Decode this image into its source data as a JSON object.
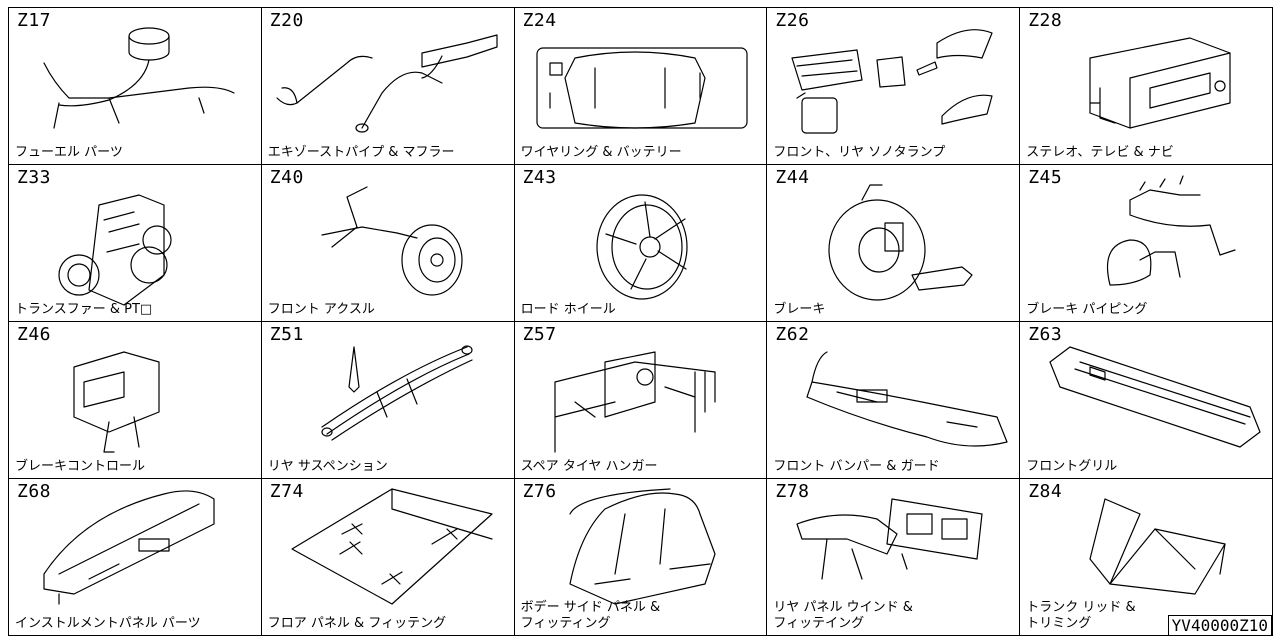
{
  "cells": [
    {
      "code": "Z17",
      "label": "フューエル パーツ",
      "art": "fuel"
    },
    {
      "code": "Z20",
      "label": "エキゾーストパイプ & マフラー",
      "art": "exhaust"
    },
    {
      "code": "Z24",
      "label": "ワイヤリング & バッテリー",
      "art": "wiring"
    },
    {
      "code": "Z26",
      "label": "フロント、リヤ ソノタランプ",
      "art": "lamps"
    },
    {
      "code": "Z28",
      "label": "ステレオ、テレビ & ナビ",
      "art": "stereo"
    },
    {
      "code": "Z33",
      "label": "トランスファー & PT□",
      "art": "transfer"
    },
    {
      "code": "Z40",
      "label": "フロント アクスル",
      "art": "axle"
    },
    {
      "code": "Z43",
      "label": "ロード ホイール",
      "art": "wheel"
    },
    {
      "code": "Z44",
      "label": "ブレーキ",
      "art": "brake"
    },
    {
      "code": "Z45",
      "label": "ブレーキ パイピング",
      "art": "brakepipe"
    },
    {
      "code": "Z46",
      "label": "ブレーキコントロール",
      "art": "brakectl"
    },
    {
      "code": "Z51",
      "label": "リヤ サスペンション",
      "art": "suspension"
    },
    {
      "code": "Z57",
      "label": "スペア タイヤ ハンガー",
      "art": "spare"
    },
    {
      "code": "Z62",
      "label": "フロント バンパー & ガード",
      "art": "bumper"
    },
    {
      "code": "Z63",
      "label": "フロントグリル",
      "art": "grille"
    },
    {
      "code": "Z68",
      "label": "インストルメントパネル パーツ",
      "art": "dash"
    },
    {
      "code": "Z74",
      "label": "フロア パネル & フィッテング",
      "art": "floor"
    },
    {
      "code": "Z76",
      "label": "ボデー サイド パネル &\nフィッティング",
      "art": "bodyside"
    },
    {
      "code": "Z78",
      "label": "リヤ パネル ウインド &\nフィッテイング",
      "art": "rearpanel"
    },
    {
      "code": "Z84",
      "label": "トランク リッド &\nトリミング",
      "art": "trunk"
    }
  ],
  "reference_code": "YV40000Z10"
}
